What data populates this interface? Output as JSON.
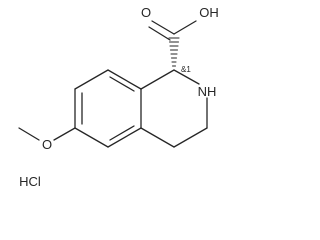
{
  "structure": {
    "atom_labels": {
      "acid_oxygen": "O",
      "hydroxyl": "OH",
      "amine": "NH",
      "ether_oxygen": "O"
    },
    "stereo_label": "&1",
    "salt": "HCl"
  }
}
